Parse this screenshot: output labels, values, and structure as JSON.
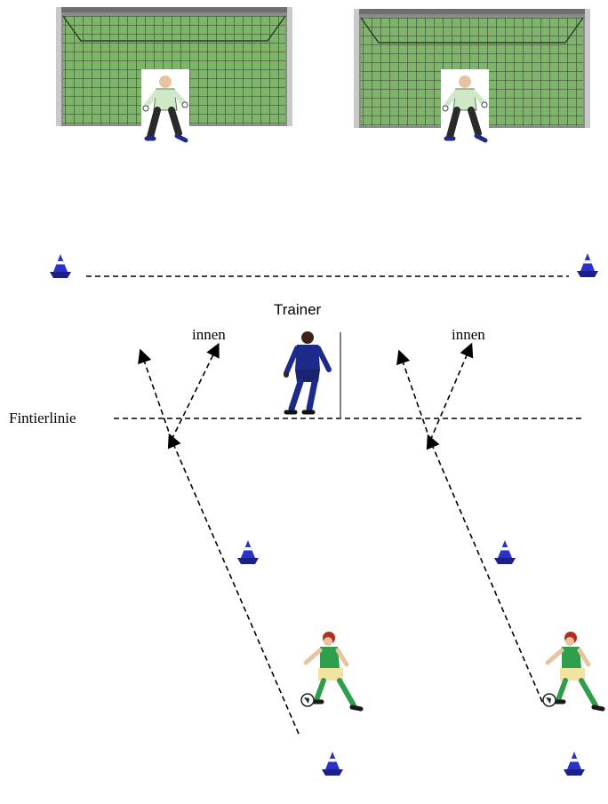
{
  "labels": {
    "trainer": "Trainer",
    "fint_line": "Fintierlinie",
    "inside_left": "innen",
    "inside_right": "innen"
  },
  "colors": {
    "net_green": "#7fb56a",
    "net_lines": "#2e3f2a",
    "goal_frame": "#8a8a8a",
    "cone_blue": "#2a33c9",
    "trainer_kit": "#1d2a8a",
    "player_shirt": "#2e9e4a",
    "player_shorts": "#f2e3a0",
    "keeper_shirt": "#cfe8c8"
  },
  "icons": {
    "goal": "goal-net-icon",
    "keeper": "goalkeeper-icon",
    "cone": "training-cone-icon",
    "trainer": "trainer-figure-icon",
    "player": "dribbling-player-icon"
  }
}
